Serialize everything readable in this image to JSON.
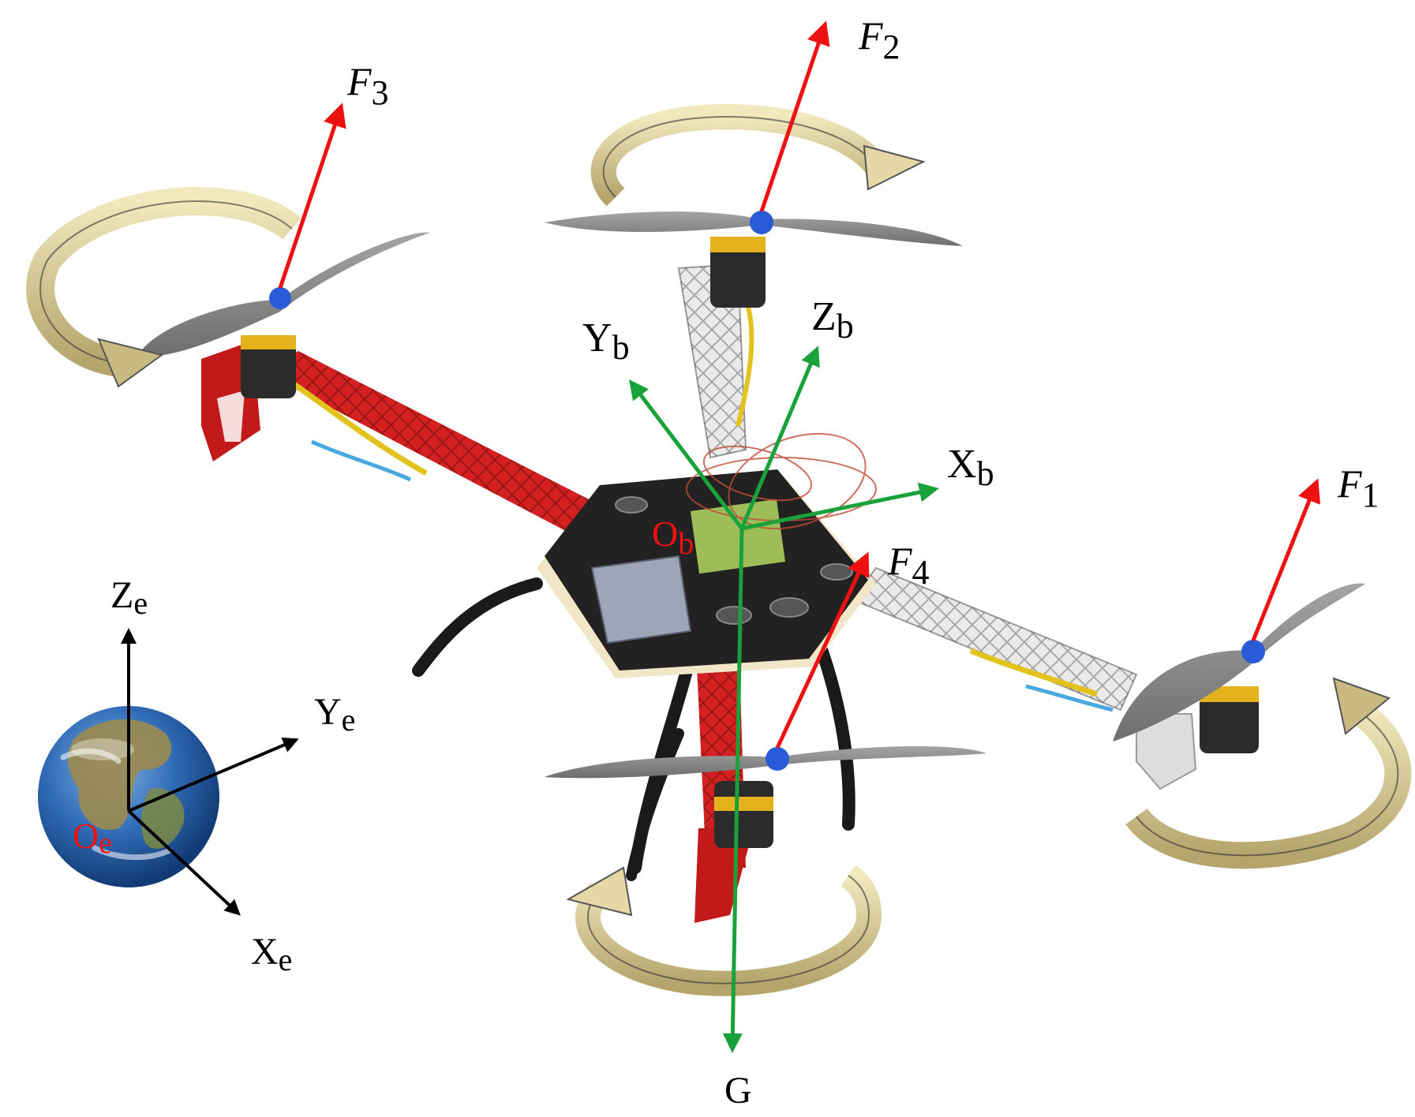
{
  "colors": {
    "force_arrow": "#ee1111",
    "body_axis": "#1aa23a",
    "earth_axis": "#000000",
    "origin_label": "#ee1111",
    "frame_red": "#d42020",
    "frame_white": "#eaeaea",
    "propeller": "#8a8a8a",
    "rotation_arrow": "#d9cc96",
    "motor": "#2b2b2b",
    "motor_band": "#e3b21c",
    "spinner": "#2a5bd6",
    "earth_ocean": "#2f6bb5",
    "earth_land": "#9c8a4e"
  },
  "icons": {
    "earth": "earth-globe-icon",
    "quadrotor": "quadrotor-drone-icon",
    "rotation": "rotation-direction-arrow-icon"
  },
  "labels": {
    "forces": [
      {
        "base": "F",
        "sub": "1"
      },
      {
        "base": "F",
        "sub": "2"
      },
      {
        "base": "F",
        "sub": "3"
      },
      {
        "base": "F",
        "sub": "4"
      }
    ],
    "body_axes": {
      "x": {
        "base": "X",
        "sub": "b"
      },
      "y": {
        "base": "Y",
        "sub": "b"
      },
      "z": {
        "base": "Z",
        "sub": "b"
      },
      "origin": {
        "base": "O",
        "sub": "b"
      }
    },
    "earth_axes": {
      "x": {
        "base": "X",
        "sub": "e"
      },
      "y": {
        "base": "Y",
        "sub": "e"
      },
      "z": {
        "base": "Z",
        "sub": "e"
      },
      "origin": {
        "base": "O",
        "sub": "e"
      }
    },
    "gravity": "G"
  }
}
